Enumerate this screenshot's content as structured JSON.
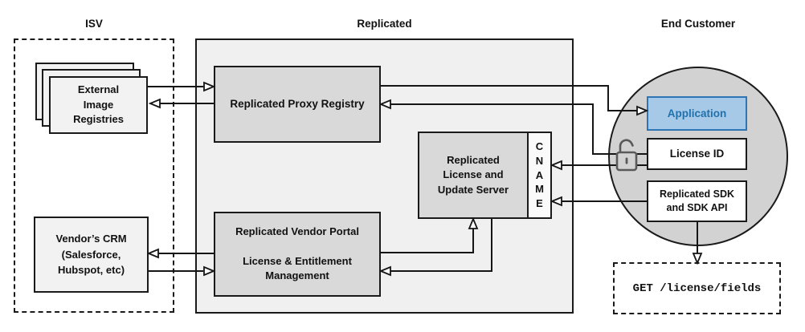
{
  "sections": {
    "isv": {
      "label": "ISV"
    },
    "replicated": {
      "label": "Replicated"
    },
    "end_customer": {
      "label": "End Customer"
    }
  },
  "nodes": {
    "external_registries": {
      "label": "External\nImage\nRegistries"
    },
    "vendor_crm": {
      "label": "Vendor’s CRM\n(Salesforce,\nHubspot, etc)"
    },
    "proxy_registry": {
      "label": "Replicated Proxy Registry"
    },
    "vendor_portal": {
      "label": "Replicated Vendor Portal\n\nLicense & Entitlement\nManagement"
    },
    "license_update_server": {
      "label": "Replicated\nLicense and\nUpdate Server"
    },
    "cname": {
      "label": "CNAME"
    },
    "application": {
      "label": "Application"
    },
    "license_id": {
      "label": "License ID"
    },
    "replicated_sdk": {
      "label": "Replicated SDK\nand SDK API"
    },
    "get_request": {
      "label": "GET /license/fields"
    }
  },
  "icons": {
    "open_padlock": "unlocked padlock"
  },
  "connections": [
    {
      "from": "external_registries",
      "to": "proxy_registry"
    },
    {
      "from": "proxy_registry",
      "to": "external_registries"
    },
    {
      "from": "vendor_portal",
      "to": "vendor_crm"
    },
    {
      "from": "vendor_crm",
      "to": "vendor_portal"
    },
    {
      "from": "vendor_portal",
      "to": "license_update_server"
    },
    {
      "from": "license_update_server",
      "to": "vendor_portal"
    },
    {
      "from": "proxy_registry",
      "to": "application"
    },
    {
      "from": "license_id_padlock",
      "to": "proxy_registry"
    },
    {
      "from": "license_id_padlock",
      "to": "cname"
    },
    {
      "from": "replicated_sdk",
      "to": "cname"
    },
    {
      "from": "replicated_sdk",
      "to": "get_request"
    }
  ],
  "colors": {
    "border": "#1a1a1a",
    "container_fill": "#f0f0f0",
    "node_fill": "#d9d9d9",
    "light_node_fill": "#f2f2f2",
    "circle_fill": "#d2d2d2",
    "cname_fill": "#fafafa",
    "application_fill": "#a6c9e7",
    "application_border": "#2e75b6",
    "application_text": "#2171ad",
    "padlock": "#595959",
    "line": "#151515"
  }
}
